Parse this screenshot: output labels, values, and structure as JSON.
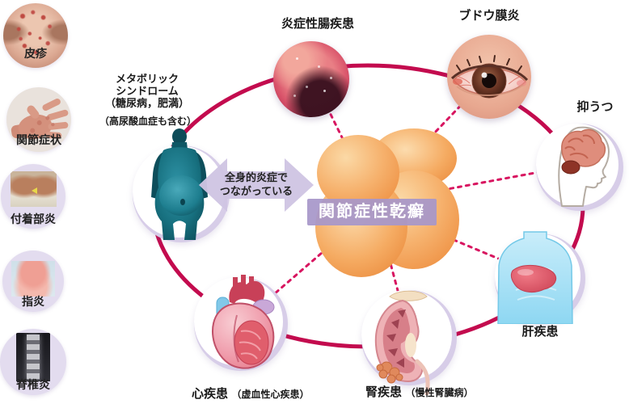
{
  "palette": {
    "ring": "#c30b4e",
    "dashed_link": "#d81560",
    "hub_banner": "#a897c9",
    "hub_banner_text": "#ffffff",
    "bridge_arrow": "#cfc5e3",
    "sidebar_circle": "#e3dcef",
    "hub_blob": "#f2a45c",
    "metabolic_figure": "#17707f",
    "liver_body": "#8ed7f2"
  },
  "sidebar": {
    "items": [
      {
        "label": "皮疹"
      },
      {
        "label": "関節症状"
      },
      {
        "label": "付着部炎"
      },
      {
        "label": "指炎"
      },
      {
        "label": "脊椎炎"
      }
    ]
  },
  "hub": {
    "label": "関節症性乾癬"
  },
  "bridge": {
    "line1": "全身的炎症で",
    "line2": "つながっている"
  },
  "nodes": {
    "ibd": {
      "label": "炎症性腸疾患"
    },
    "uveitis": {
      "label": "ブドウ膜炎"
    },
    "depression": {
      "label": "抑うつ"
    },
    "liver": {
      "label": "肝疾患"
    },
    "kidney": {
      "label": "腎疾患",
      "sublabel": "（慢性腎臓病）"
    },
    "heart": {
      "label": "心疾患",
      "sublabel": "（虚血性心疾患）"
    },
    "metabolic": {
      "lines": [
        "メタボリック",
        "シンドローム",
        "（糖尿病，肥満）"
      ],
      "note": "（高尿酸血症も含む）"
    }
  }
}
